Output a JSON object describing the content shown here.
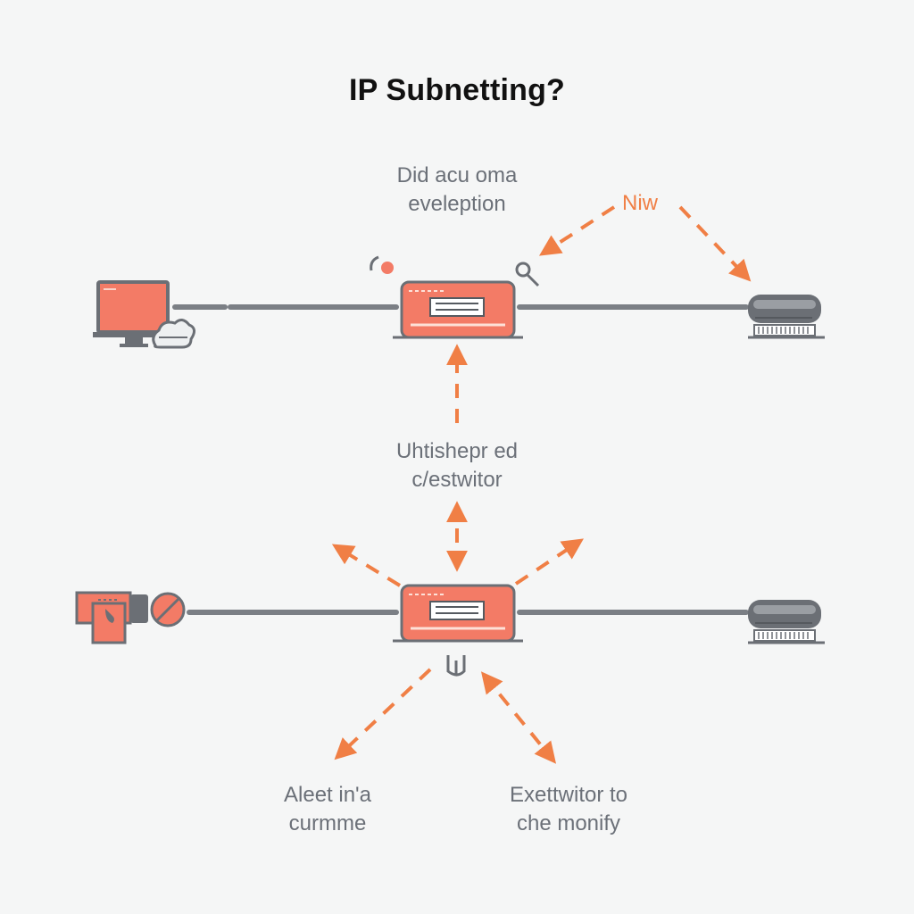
{
  "title": "IP Subnetting?",
  "labels": {
    "top_line1": "Did acu oma",
    "top_line2": "eveleption",
    "accent": "Niw",
    "middle_line1": "Uhtishepr ed",
    "middle_line2": "c/estwitor",
    "bottom_left_line1": "Aleet in'a",
    "bottom_left_line2": "curmme",
    "bottom_right_line1": "Exettwitor to",
    "bottom_right_line2": "che monify"
  },
  "colors": {
    "accent": "#f07f45",
    "device_fill": "#f37b66",
    "line": "#7b7f85",
    "text": "#6b7078"
  },
  "icons": [
    "computer-icon",
    "cloud-icon",
    "router-icon",
    "server-icon",
    "phone-icon",
    "blocked-icon",
    "signal-icon",
    "search-icon",
    "plug-icon"
  ]
}
